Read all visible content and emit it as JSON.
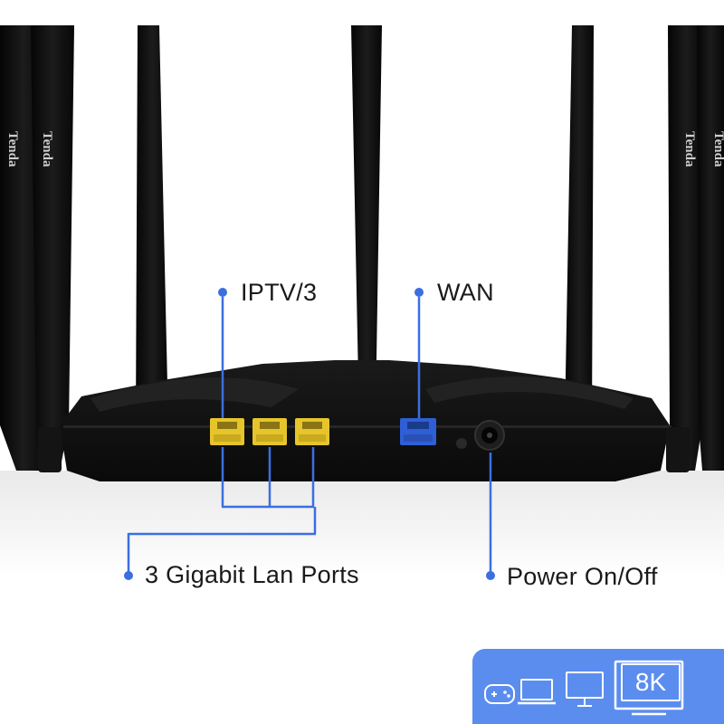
{
  "brand": "Tenda",
  "labels": {
    "iptv": "IPTV/3",
    "wan": "WAN",
    "lan": "3 Gigabit Lan Ports",
    "power": "Power On/Off"
  },
  "badge": {
    "resolution": "8K",
    "icons": [
      "gamepad-icon",
      "laptop-icon",
      "monitor-icon",
      "tv-icon"
    ]
  },
  "colors": {
    "accent": "#3b6fe0",
    "lan_port": "#e6c52a",
    "wan_port": "#2f5fd6",
    "router": "#111111",
    "badge_bg": "#5b8def"
  }
}
